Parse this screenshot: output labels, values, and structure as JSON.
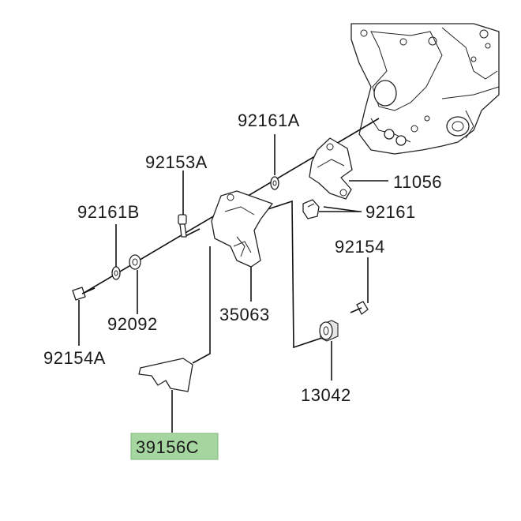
{
  "diagram": {
    "highlight_color": "#a6d6a0",
    "parts": [
      {
        "id": "p92161A",
        "number": "92161A"
      },
      {
        "id": "p92153A",
        "number": "92153A"
      },
      {
        "id": "p11056",
        "number": "11056"
      },
      {
        "id": "p92161B",
        "number": "92161B"
      },
      {
        "id": "p92161",
        "number": "92161"
      },
      {
        "id": "p92154",
        "number": "92154"
      },
      {
        "id": "p92092",
        "number": "92092"
      },
      {
        "id": "p35063",
        "number": "35063"
      },
      {
        "id": "p92154A",
        "number": "92154A"
      },
      {
        "id": "p13042",
        "number": "13042"
      },
      {
        "id": "p39156C",
        "number": "39156C",
        "highlighted": true
      }
    ]
  }
}
